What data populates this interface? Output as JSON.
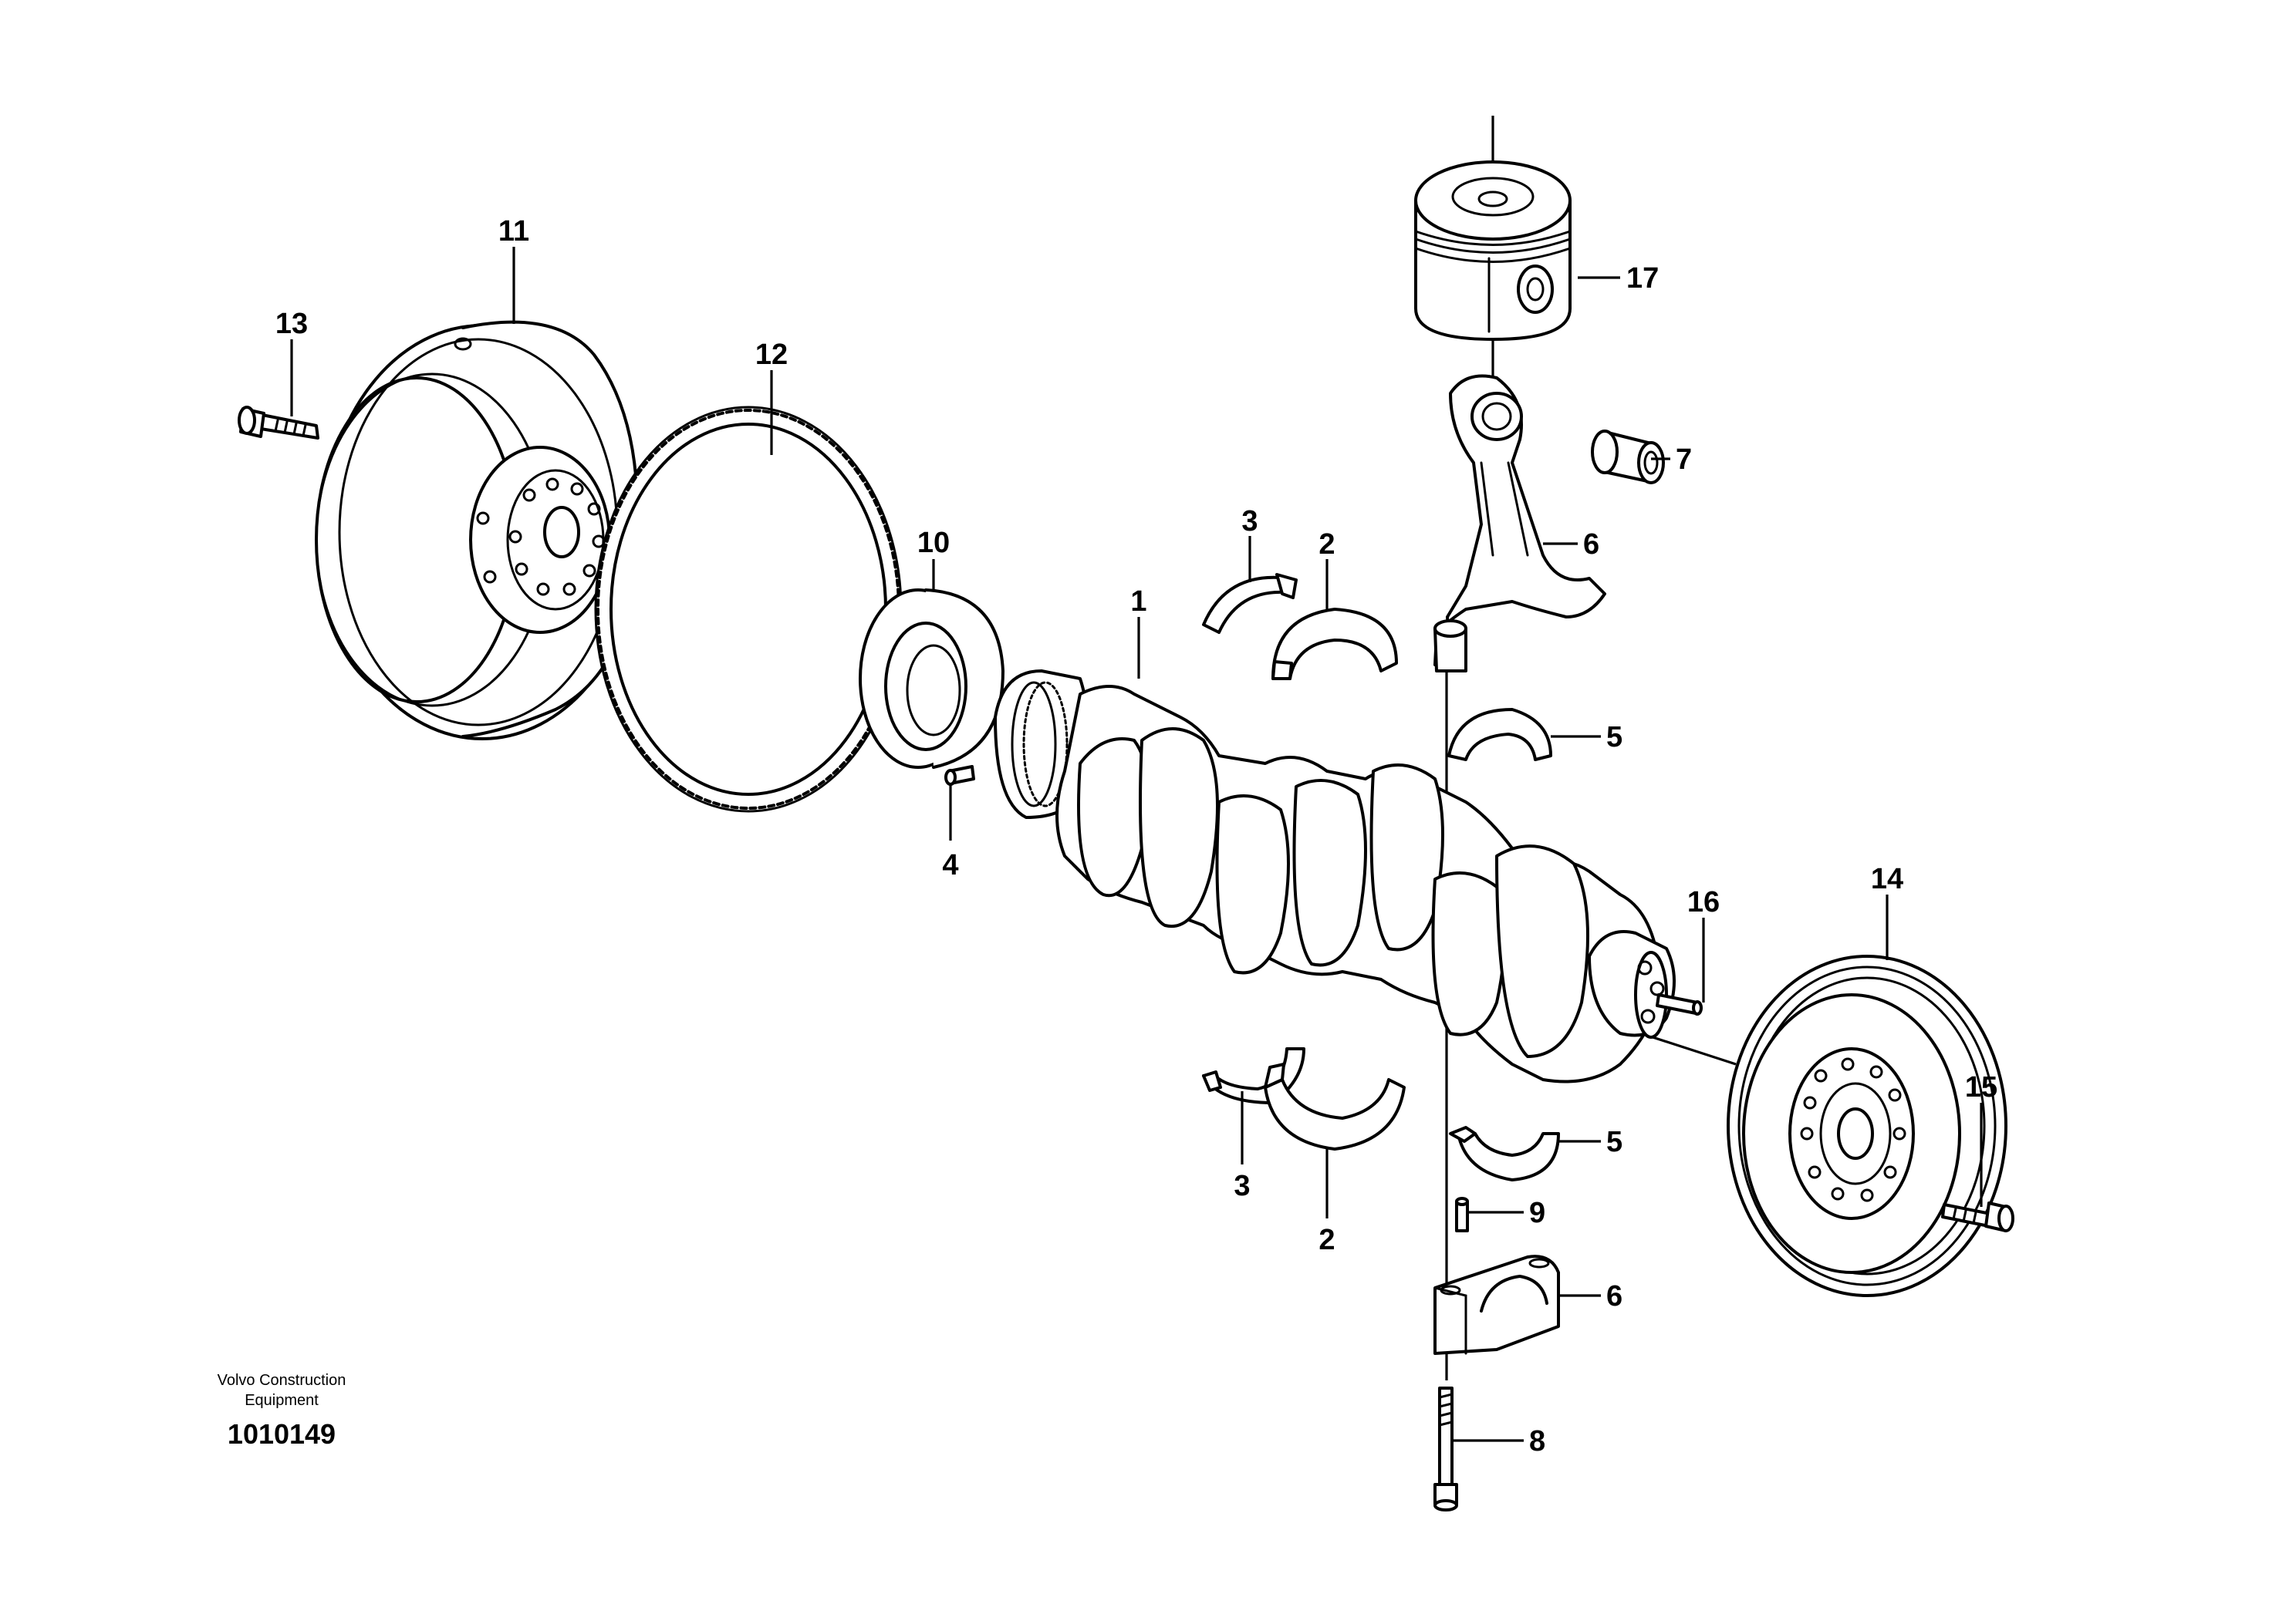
{
  "callouts": {
    "c1": "1",
    "c2a": "2",
    "c2b": "2",
    "c3a": "3",
    "c3b": "3",
    "c4": "4",
    "c5a": "5",
    "c5b": "5",
    "c6a": "6",
    "c6b": "6",
    "c7": "7",
    "c8": "8",
    "c9": "9",
    "c10": "10",
    "c11": "11",
    "c12": "12",
    "c13": "13",
    "c14": "14",
    "c15": "15",
    "c16": "16",
    "c17": "17"
  },
  "credit": {
    "line1": "Volvo Construction",
    "line2": "Equipment"
  },
  "document_number": "1010149"
}
